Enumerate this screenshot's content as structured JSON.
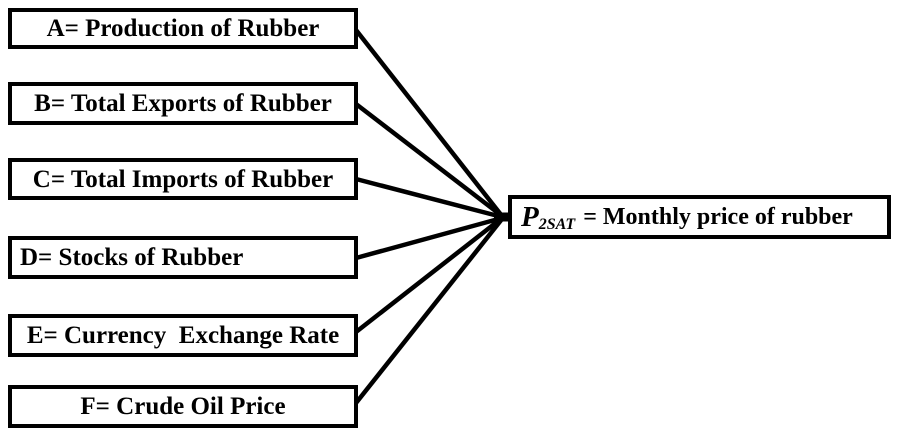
{
  "diagram": {
    "factors": [
      {
        "id": "A",
        "label": "A= Production of Rubber"
      },
      {
        "id": "B",
        "label": "B= Total Exports of Rubber"
      },
      {
        "id": "C",
        "label": "C= Total Imports of Rubber"
      },
      {
        "id": "D",
        "label": "D= Stocks of Rubber"
      },
      {
        "id": "E",
        "label": "E= Currency  Exchange Rate"
      },
      {
        "id": "F",
        "label": "F= Crude Oil Price"
      }
    ],
    "target": {
      "symbol": "P",
      "subscript": "2SAT",
      "rest": " = Monthly price of rubber"
    },
    "edges": [
      {
        "from": "A",
        "to": "P2SAT"
      },
      {
        "from": "B",
        "to": "P2SAT"
      },
      {
        "from": "C",
        "to": "P2SAT"
      },
      {
        "from": "D",
        "to": "P2SAT"
      },
      {
        "from": "E",
        "to": "P2SAT"
      },
      {
        "from": "F",
        "to": "P2SAT"
      }
    ],
    "colors": {
      "box_border": "#000000",
      "edge_line": "#000000",
      "box_fill": "#ffffff",
      "text": "#000000",
      "background": "#ffffff"
    }
  }
}
